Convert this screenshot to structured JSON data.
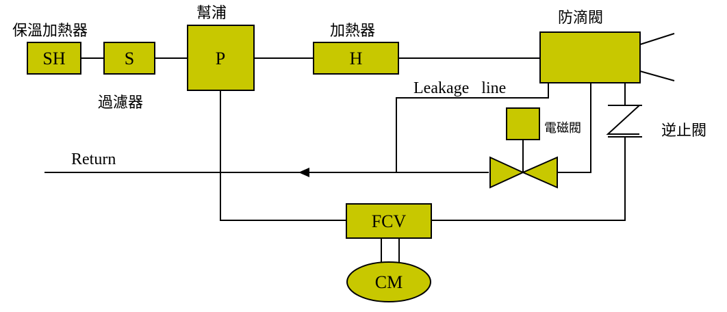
{
  "colors": {
    "component_fill": "#c8c800",
    "line": "#000000",
    "background": "#ffffff"
  },
  "components": {
    "sh": "SH",
    "s": "S",
    "p": "P",
    "h": "H",
    "fcv": "FCV",
    "cm": "CM"
  },
  "labels": {
    "sh_heater": "保溫加熱器",
    "filter": "過濾器",
    "pump": "幫浦",
    "heater": "加熱器",
    "anti_drip_valve": "防滴閥",
    "leakage_line": "Leakage   line",
    "solenoid_valve": "電磁閥",
    "check_valve": "逆止閥",
    "return": "Return"
  }
}
